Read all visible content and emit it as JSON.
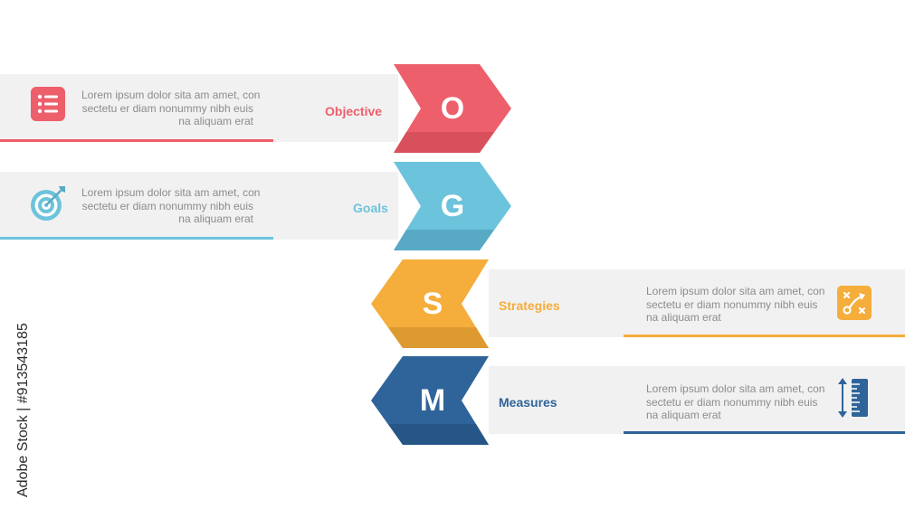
{
  "rows": [
    {
      "letter": "O",
      "title": "Objective",
      "color": "#ed5f6b",
      "shade": "#d8505b",
      "icon": "list-icon",
      "desc": [
        "Lorem ipsum dolor sita am amet, con",
        "sectetu er diam nonummy  nibh euis",
        "na aliquam erat"
      ]
    },
    {
      "letter": "G",
      "title": "Goals",
      "color": "#6cc3dc",
      "shade": "#58a9c4",
      "icon": "target-icon",
      "desc": [
        "Lorem ipsum dolor sita am amet, con",
        "sectetu er diam nonummy  nibh euis",
        "na aliquam erat"
      ]
    },
    {
      "letter": "S",
      "title": "Strategies",
      "color": "#f5ad3b",
      "shade": "#dd9a30",
      "icon": "strategy-icon",
      "desc": [
        "Lorem ipsum dolor sita am amet, con",
        "sectetu er diam nonummy  nibh euis",
        "na aliquam erat"
      ]
    },
    {
      "letter": "M",
      "title": "Measures",
      "color": "#2f649a",
      "shade": "#255686",
      "icon": "ruler-icon",
      "desc": [
        "Lorem ipsum dolor sita am amet, con",
        "sectetu er diam nonummy  nibh euis",
        "na aliquam erat"
      ]
    }
  ],
  "watermark": "Adobe Stock | #913543185"
}
